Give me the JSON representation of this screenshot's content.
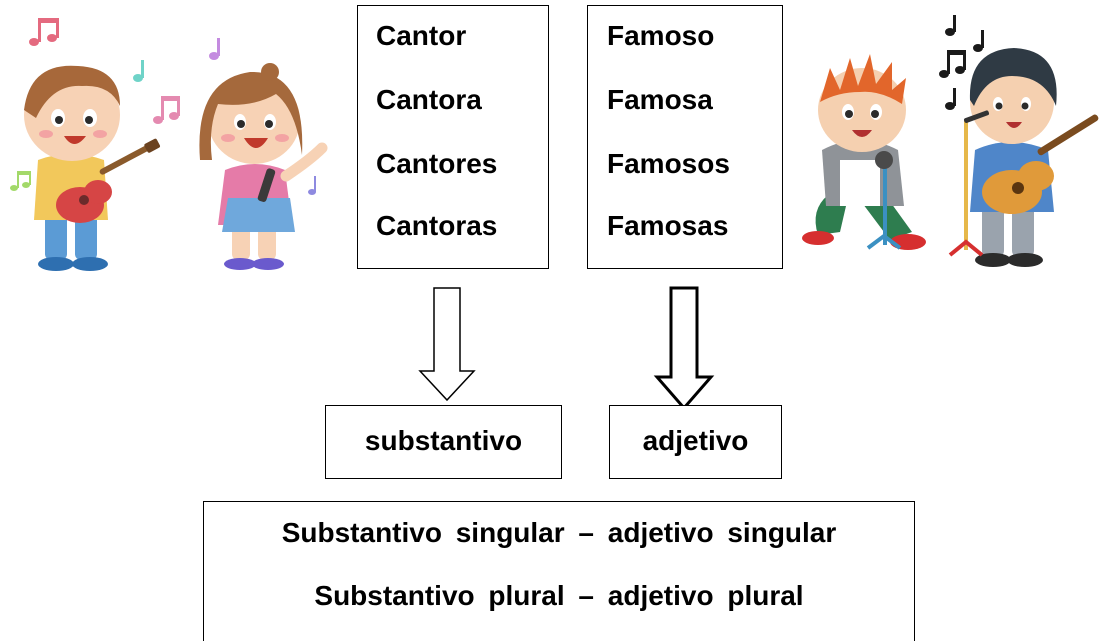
{
  "nouns": [
    "Cantor",
    "Cantora",
    "Cantores",
    "Cantoras"
  ],
  "adjectives": [
    "Famoso",
    "Famosa",
    "Famosos",
    "Famosas"
  ],
  "labels": {
    "noun": "substantivo",
    "adjective": "adjetivo"
  },
  "rules": [
    "Substantivo singular – adjetivo singular",
    "Substantivo plural – adjetivo plural"
  ],
  "illustrations": [
    "children-singing-illustration",
    "boys-singing-guitar-illustration"
  ],
  "colors": {
    "text": "#000000",
    "border": "#000000",
    "background": "#ffffff"
  }
}
